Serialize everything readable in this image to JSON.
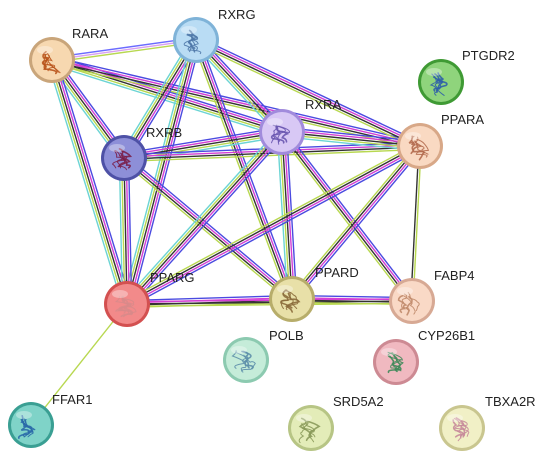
{
  "network": {
    "nodes": [
      {
        "id": "RARA",
        "label": "RARA",
        "fill": "#f7d8b0",
        "ring": "#c9a57a",
        "glyph": "#b8531b"
      },
      {
        "id": "RXRG",
        "label": "RXRG",
        "fill": "#b9dcf4",
        "ring": "#7fb3d8",
        "glyph": "#4f78a8"
      },
      {
        "id": "PTGDR2",
        "label": "PTGDR2",
        "fill": "#8fd47c",
        "ring": "#3f9a34",
        "glyph": "#2f5fa8"
      },
      {
        "id": "RXRA",
        "label": "RXRA",
        "fill": "#d8c8f5",
        "ring": "#a18bdc",
        "glyph": "#6a57b0"
      },
      {
        "id": "PPARA",
        "label": "PPARA",
        "fill": "#f9d9c2",
        "ring": "#d8a888",
        "glyph": "#b36a4e"
      },
      {
        "id": "RXRB",
        "label": "RXRB",
        "fill": "#8d8fd8",
        "ring": "#4e51a6",
        "glyph": "#7a1f4a"
      },
      {
        "id": "PPARG",
        "label": "PPARG",
        "fill": "#f28a8a",
        "ring": "#d35050",
        "glyph": "#d88a8a"
      },
      {
        "id": "PPARD",
        "label": "PPARD",
        "fill": "#e8e0a8",
        "ring": "#b7ad6a",
        "glyph": "#8a6a3a"
      },
      {
        "id": "FABP4",
        "label": "FABP4",
        "fill": "#f9d9c6",
        "ring": "#d7a994",
        "glyph": "#c08a6a"
      },
      {
        "id": "POLB",
        "label": "POLB",
        "fill": "#c5ecd9",
        "ring": "#8ccab0",
        "glyph": "#5d8faa"
      },
      {
        "id": "CYP26B1",
        "label": "CYP26B1",
        "fill": "#f0b9c0",
        "ring": "#cd8a93",
        "glyph": "#3f8a5a"
      },
      {
        "id": "FFAR1",
        "label": "FFAR1",
        "fill": "#7fd3c8",
        "ring": "#3a9f93",
        "glyph": "#2a6aa8"
      },
      {
        "id": "SRD5A2",
        "label": "SRD5A2",
        "fill": "#e3ecb8",
        "ring": "#b7c585",
        "glyph": "#8a9a5a"
      },
      {
        "id": "TBXA2R",
        "label": "TBXA2R",
        "fill": "#f1f0c6",
        "ring": "#c9c68f",
        "glyph": "#c68a9a"
      }
    ],
    "edges": [
      {
        "a": "RARA",
        "b": "RXRG",
        "colors": [
          "#6b6bff",
          "#d9a0f0",
          "#b8d850"
        ]
      },
      {
        "a": "RARA",
        "b": "RXRB",
        "colors": [
          "#4a4ae0",
          "#d43fd4",
          "#333333",
          "#b8d850",
          "#6bd4d4"
        ]
      },
      {
        "a": "RARA",
        "b": "RXRA",
        "colors": [
          "#4a4ae0",
          "#d43fd4",
          "#333333",
          "#b8d850",
          "#6bd4d4"
        ]
      },
      {
        "a": "RARA",
        "b": "PPARG",
        "colors": [
          "#4a4ae0",
          "#d43fd4",
          "#333333",
          "#b8d850",
          "#6bd4d4"
        ]
      },
      {
        "a": "RARA",
        "b": "PPARA",
        "colors": [
          "#4a4ae0",
          "#d43fd4",
          "#333333",
          "#b8d850"
        ]
      },
      {
        "a": "RXRG",
        "b": "RXRB",
        "colors": [
          "#4a4ae0",
          "#d43fd4",
          "#333333",
          "#b8d850",
          "#6bd4d4"
        ]
      },
      {
        "a": "RXRG",
        "b": "RXRA",
        "colors": [
          "#4a4ae0",
          "#d43fd4",
          "#333333",
          "#b8d850",
          "#6bd4d4"
        ]
      },
      {
        "a": "RXRG",
        "b": "PPARG",
        "colors": [
          "#4a4ae0",
          "#d43fd4",
          "#333333",
          "#b8d850",
          "#6bd4d4"
        ]
      },
      {
        "a": "RXRG",
        "b": "PPARD",
        "colors": [
          "#4a4ae0",
          "#d43fd4",
          "#333333",
          "#b8d850"
        ]
      },
      {
        "a": "RXRG",
        "b": "PPARA",
        "colors": [
          "#4a4ae0",
          "#d43fd4",
          "#333333",
          "#b8d850"
        ]
      },
      {
        "a": "RXRB",
        "b": "RXRA",
        "colors": [
          "#4a4ae0",
          "#d43fd4",
          "#333333",
          "#b8d850",
          "#6bd4d4"
        ]
      },
      {
        "a": "RXRB",
        "b": "PPARG",
        "colors": [
          "#4a4ae0",
          "#d43fd4",
          "#333333",
          "#b8d850",
          "#6bd4d4"
        ]
      },
      {
        "a": "RXRB",
        "b": "PPARD",
        "colors": [
          "#4a4ae0",
          "#d43fd4",
          "#333333",
          "#b8d850"
        ]
      },
      {
        "a": "RXRB",
        "b": "PPARA",
        "colors": [
          "#4a4ae0",
          "#d43fd4",
          "#333333",
          "#b8d850"
        ]
      },
      {
        "a": "RXRA",
        "b": "PPARA",
        "colors": [
          "#4a4ae0",
          "#d43fd4",
          "#333333",
          "#b8d850",
          "#6bd4d4"
        ]
      },
      {
        "a": "RXRA",
        "b": "PPARG",
        "colors": [
          "#4a4ae0",
          "#d43fd4",
          "#333333",
          "#b8d850",
          "#6bd4d4"
        ]
      },
      {
        "a": "RXRA",
        "b": "PPARD",
        "colors": [
          "#4a4ae0",
          "#d43fd4",
          "#333333",
          "#b8d850",
          "#6bd4d4"
        ]
      },
      {
        "a": "RXRA",
        "b": "FABP4",
        "colors": [
          "#4a4ae0",
          "#d43fd4",
          "#333333",
          "#b8d850"
        ]
      },
      {
        "a": "PPARA",
        "b": "PPARG",
        "colors": [
          "#4a4ae0",
          "#d43fd4",
          "#333333",
          "#b8d850"
        ]
      },
      {
        "a": "PPARA",
        "b": "PPARD",
        "colors": [
          "#4a4ae0",
          "#d43fd4",
          "#333333",
          "#b8d850"
        ]
      },
      {
        "a": "PPARA",
        "b": "FABP4",
        "colors": [
          "#b8d850",
          "#333333"
        ]
      },
      {
        "a": "PPARG",
        "b": "PPARD",
        "colors": [
          "#4a4ae0",
          "#d43fd4",
          "#333333",
          "#b8d850"
        ]
      },
      {
        "a": "PPARG",
        "b": "FABP4",
        "colors": [
          "#d43fd4",
          "#333333",
          "#b8d850"
        ]
      },
      {
        "a": "PPARD",
        "b": "FABP4",
        "colors": [
          "#4a4ae0",
          "#d43fd4",
          "#333333",
          "#b8d850"
        ]
      },
      {
        "a": "PPARG",
        "b": "FFAR1",
        "colors": [
          "#b8d850"
        ]
      }
    ]
  }
}
